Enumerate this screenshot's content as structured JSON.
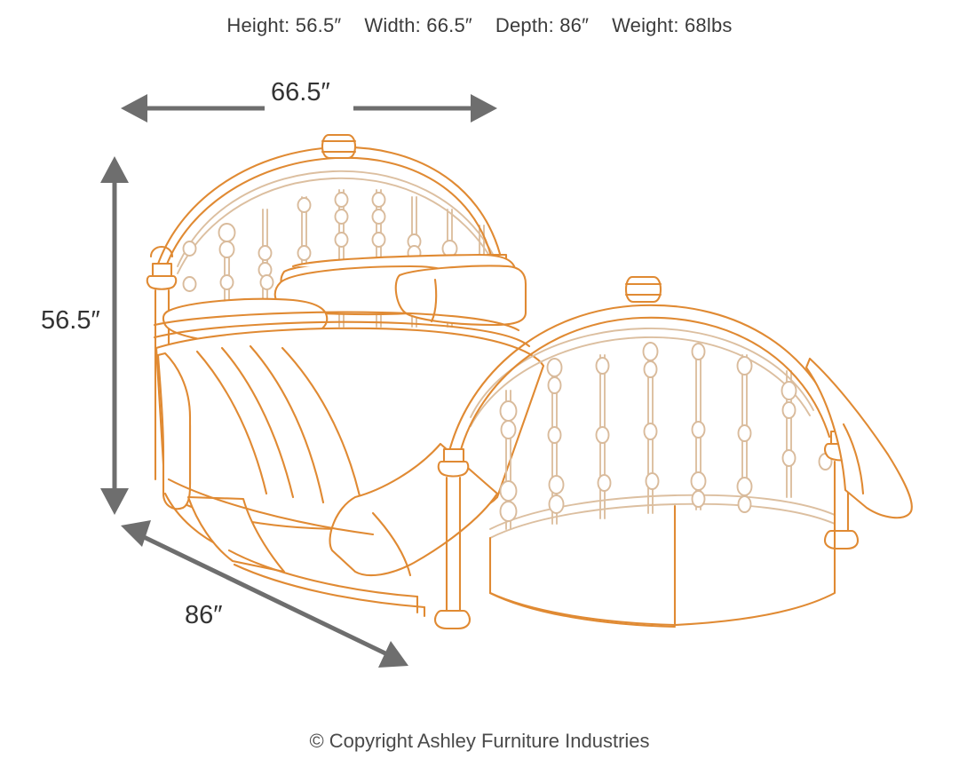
{
  "header": {
    "specs": [
      "Height: 56.5″",
      "Width: 66.5″",
      "Depth: 86″",
      "Weight: 68lbs"
    ]
  },
  "dimensions": {
    "width_label": "66.5″",
    "height_label": "56.5″",
    "depth_label": "86″"
  },
  "footer": {
    "copyright": "© Copyright Ashley Furniture Industries"
  },
  "colors": {
    "line_art": "#e08a33",
    "line_art_light": "#dcbfa0",
    "arrow": "#6e6e6e",
    "text": "#3b3b3b",
    "background": "#ffffff"
  },
  "illustration": {
    "subject": "metal-bed",
    "description": "Line drawing of an arched metal bed with headboard, footboard, spindles, ball finials, pillows, comforter and bedskirt"
  }
}
